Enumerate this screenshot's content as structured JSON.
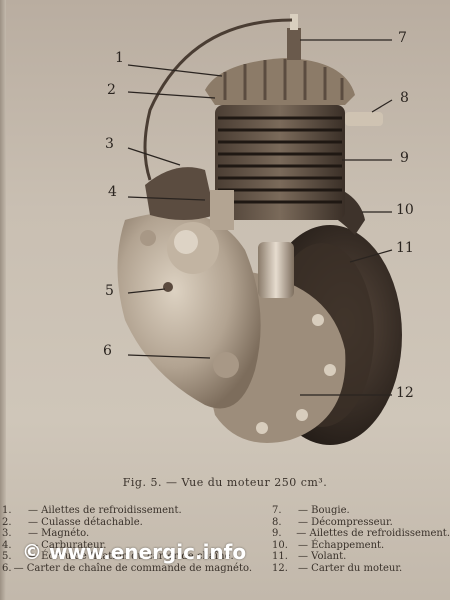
{
  "figure": {
    "callouts": [
      "1",
      "2",
      "3",
      "4",
      "5",
      "6",
      "7",
      "8",
      "9",
      "10",
      "11",
      "12"
    ],
    "caption": "Fig. 5. — Vue du moteur 250 cm³."
  },
  "legend_left": [
    {
      "num": "1.",
      "text": "— Ailettes de refroidissement."
    },
    {
      "num": "2.",
      "text": "— Culasse détachable."
    },
    {
      "num": "3.",
      "text": "— Magnéto."
    },
    {
      "num": "4.",
      "text": "— Carburateur."
    },
    {
      "num": "5.",
      "text": "— Écrou de fixation du carter de chaîne."
    },
    {
      "num": "6.",
      "text": "— Carter de chaîne de commande de magnéto."
    }
  ],
  "legend_right": [
    {
      "num": "7.",
      "text": "— Bougie."
    },
    {
      "num": "8.",
      "text": "— Décompresseur."
    },
    {
      "num": "9.",
      "text": "— Ailettes de refroidissement."
    },
    {
      "num": "10.",
      "text": "— Échappement."
    },
    {
      "num": "11.",
      "text": "— Volant."
    },
    {
      "num": "12.",
      "text": "— Carter du moteur."
    }
  ],
  "watermark": "© www.energic.info",
  "colors": {
    "paper": "#cfc6b9",
    "ink": "#2a2420",
    "engine_dark": "#3a3029",
    "engine_mid": "#8a7a68",
    "engine_light": "#d8cdbd"
  }
}
